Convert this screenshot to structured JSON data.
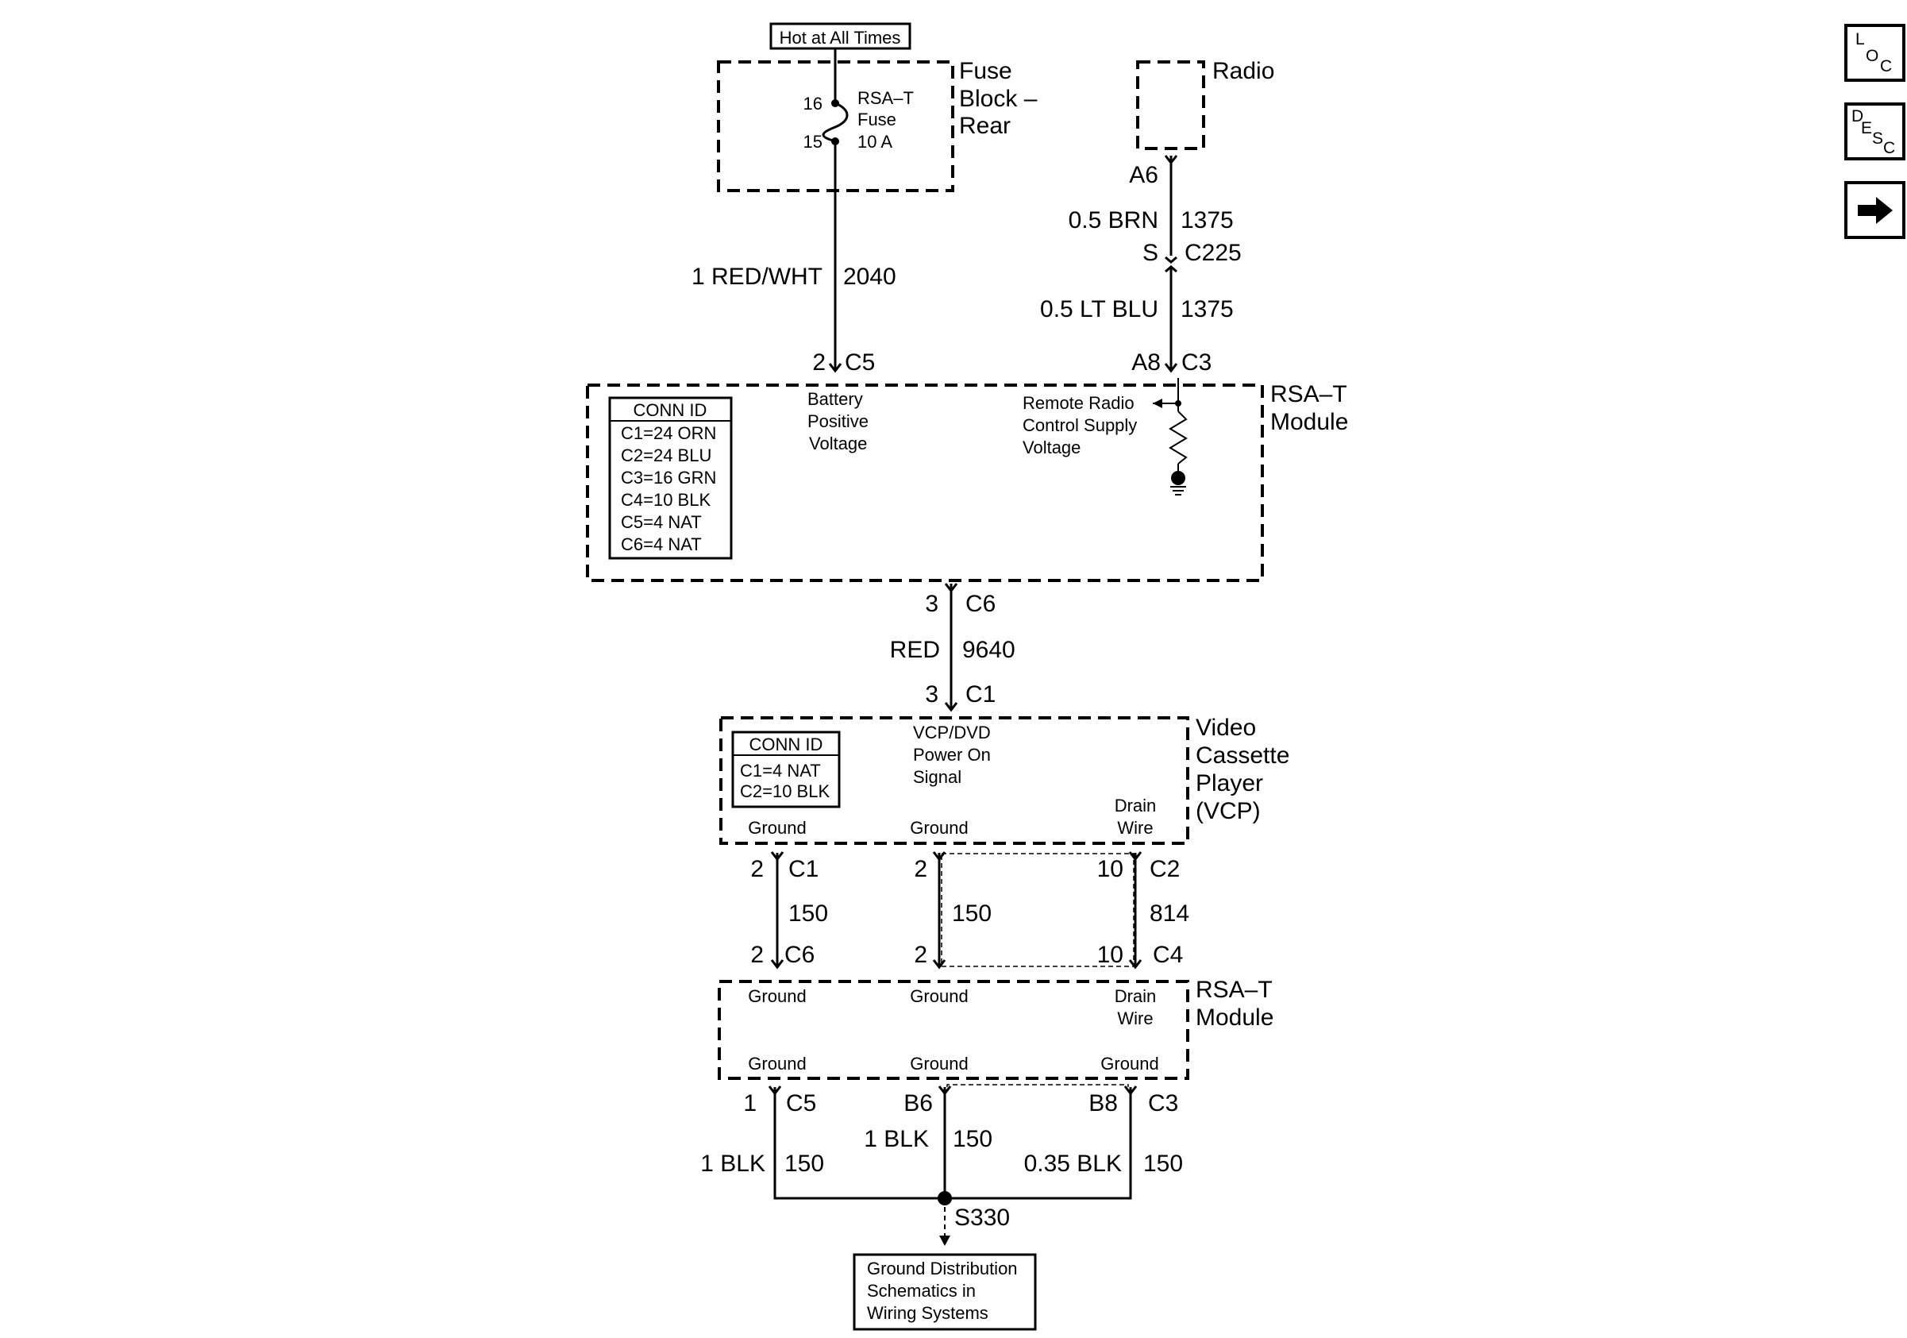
{
  "fuse_block": {
    "hot_label": "Hot at All Times",
    "name_line1": "Fuse",
    "name_line2": "Block –",
    "name_line3": "Rear",
    "pin_top": "16",
    "pin_bottom": "15",
    "fuse_line1": "RSA–T",
    "fuse_line2": "Fuse",
    "fuse_line3": "10 A"
  },
  "radio": {
    "name": "Radio",
    "terminal": "A6"
  },
  "wires": {
    "w2040_color": "1 RED/WHT",
    "w2040_circuit": "2040",
    "w1375a_color": "0.5 BRN",
    "w1375a_circuit": "1375",
    "splice_left": "S",
    "splice_conn": "C225",
    "w1375b_color": "0.5 LT BLU",
    "w1375b_circuit": "1375",
    "w9640_color": "RED",
    "w9640_circuit": "9640",
    "g1_circuit": "150",
    "g2_circuit": "150",
    "drain_circuit": "814",
    "b1_color": "1 BLK",
    "b1_circuit": "150",
    "b2_color": "1 BLK",
    "b2_circuit": "150",
    "b3_color": "0.35 BLK",
    "b3_circuit": "150"
  },
  "rsa_module_top": {
    "name_line1": "RSA–T",
    "name_line2": "Module",
    "c5_pin": "2",
    "c5_conn": "C5",
    "c3_pin": "A8",
    "c3_conn": "C3",
    "batt_line1": "Battery",
    "batt_line2": "Positive",
    "batt_line3": "Voltage",
    "remote_line1": "Remote Radio",
    "remote_line2": "Control Supply",
    "remote_line3": "Voltage",
    "c6_pin": "3",
    "c6_conn": "C6",
    "conn_id": {
      "title": "CONN ID",
      "rows": [
        "C1=24 ORN",
        "C2=24 BLU",
        "C3=16 GRN",
        "C4=10 BLK",
        "C5=4 NAT",
        "C6=4 NAT"
      ]
    }
  },
  "vcp": {
    "name_line1": "Video",
    "name_line2": "Cassette",
    "name_line3": "Player",
    "name_line4": "(VCP)",
    "c1_pin": "3",
    "c1_conn": "C1",
    "signal_line1": "VCP/DVD",
    "signal_line2": "Power On",
    "signal_line3": "Signal",
    "ground1": "Ground",
    "ground2": "Ground",
    "drain_line1": "Drain",
    "drain_line2": "Wire",
    "conn_id": {
      "title": "CONN ID",
      "rows": [
        "C1=4 NAT",
        "C2=10 BLK"
      ]
    },
    "g1_pin": "2",
    "g1_conn": "C1",
    "g2_pin": "2",
    "drain_pin": "10",
    "drain_conn": "C2"
  },
  "rsa_module_bottom": {
    "name_line1": "RSA–T",
    "name_line2": "Module",
    "g1_pin": "2",
    "g1_conn": "C6",
    "g2_pin": "2",
    "drain_pin": "10",
    "drain_conn": "C4",
    "top_ground1": "Ground",
    "top_ground2": "Ground",
    "top_drain_line1": "Drain",
    "top_drain_line2": "Wire",
    "bot_ground1": "Ground",
    "bot_ground2": "Ground",
    "bot_ground3": "Ground",
    "b1_pin": "1",
    "b1_conn": "C5",
    "b2_pin": "B6",
    "b3_pin": "B8",
    "b3_conn": "C3"
  },
  "ground": {
    "splice": "S330",
    "ref_line1": "Ground Distribution",
    "ref_line2": "Schematics in",
    "ref_line3": "Wiring Systems"
  },
  "nav": {
    "loc": [
      "L",
      "O",
      "C"
    ],
    "desc": [
      "D",
      "E",
      "S",
      "C"
    ],
    "next_icon": "right-arrow-icon"
  }
}
